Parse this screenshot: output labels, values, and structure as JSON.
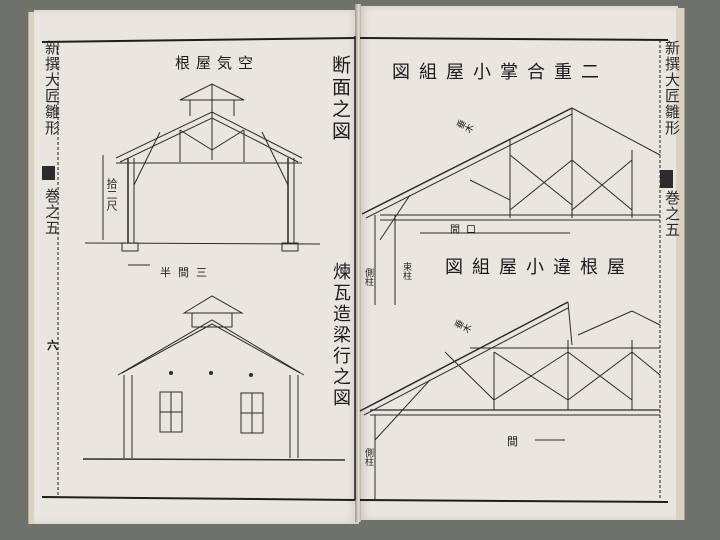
{
  "image": {
    "description": "Open Japanese woodblock-printed book showing architectural drawings of roof trusses and buildings",
    "background_color": "#6f716b",
    "paper_color": "#e9e6df",
    "ink_color": "#1b1b1b"
  },
  "left_page": {
    "margin_title": "新撰大匠雛形",
    "margin_volume": "巻之五",
    "page_number": "六",
    "section_title": "断面之図",
    "top_drawing": {
      "caption": "空気屋根",
      "height_dimension": "拾二尺",
      "span_dimension": "三間半"
    },
    "bottom_drawing": {
      "caption": "煉瓦造梁行之図"
    }
  },
  "right_page": {
    "margin_title": "新撰大匠雛形",
    "margin_volume": "巻之五",
    "top_drawing": {
      "caption": "二重合掌小屋組図",
      "rafter_label": "垂木",
      "span_label": "間口",
      "post_labels": [
        "側柱",
        "束柱"
      ]
    },
    "bottom_drawing": {
      "caption": "屋根違小屋組図",
      "rafter_label": "垂木",
      "span_label": "間",
      "post_label": "側柱"
    }
  }
}
